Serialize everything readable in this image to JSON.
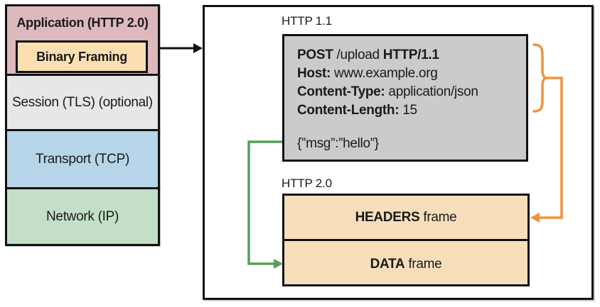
{
  "stack": {
    "application_label": "Application (HTTP 2.0)",
    "binary_framing_label": "Binary Framing",
    "session_label": "Session (TLS) (optional)",
    "transport_label": "Transport (TCP)",
    "network_label": "Network (IP)"
  },
  "panel": {
    "http11_label": "HTTP 1.1",
    "http20_label": "HTTP 2.0",
    "request": {
      "line1": [
        "POST",
        " /upload ",
        "HTTP/1.1"
      ],
      "line2": [
        "Host:",
        " www.example.org"
      ],
      "line3": [
        "Content-Type:",
        " application/json"
      ],
      "line4": [
        "Content-Length:",
        " 15"
      ],
      "body": "{”msg”:”hello”}"
    },
    "frames": {
      "headers_bold": "HEADERS",
      "headers_rest": " frame",
      "data_bold": "DATA",
      "data_rest": " frame"
    }
  },
  "colors": {
    "application_bg": "#ddb8bc",
    "binary_framing_bg": "#fbdfb0",
    "session_bg": "#e7e7e7",
    "transport_bg": "#b7d5e9",
    "network_bg": "#c3dfc8",
    "request_bg": "#cbcbcb",
    "frame_bg": "#f7debb",
    "green_connector": "#569f5b",
    "orange_connector": "#f0923f",
    "border": "#111111"
  }
}
